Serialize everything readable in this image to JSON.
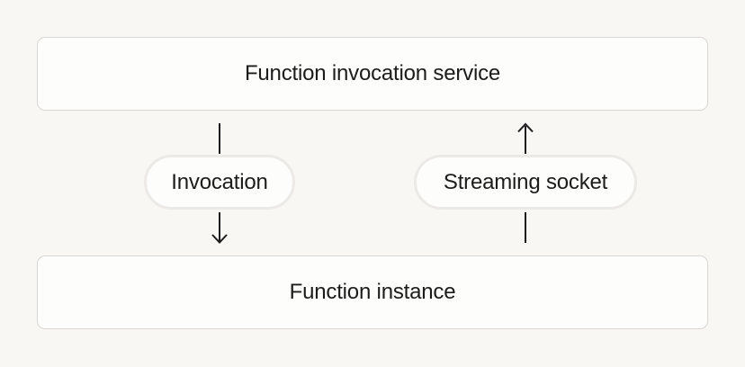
{
  "colors": {
    "background": "#f8f7f4",
    "surface": "#fdfdfc",
    "node-border": "#d8d7d4",
    "pill-ring": "#eceae7",
    "ink": "#1c1c1c"
  },
  "nodes": {
    "service": {
      "label": "Function invocation service"
    },
    "instance": {
      "label": "Function instance"
    }
  },
  "edges": {
    "invocation": {
      "label": "Invocation",
      "direction": "down"
    },
    "streaming": {
      "label": "Streaming socket",
      "direction": "up"
    }
  }
}
